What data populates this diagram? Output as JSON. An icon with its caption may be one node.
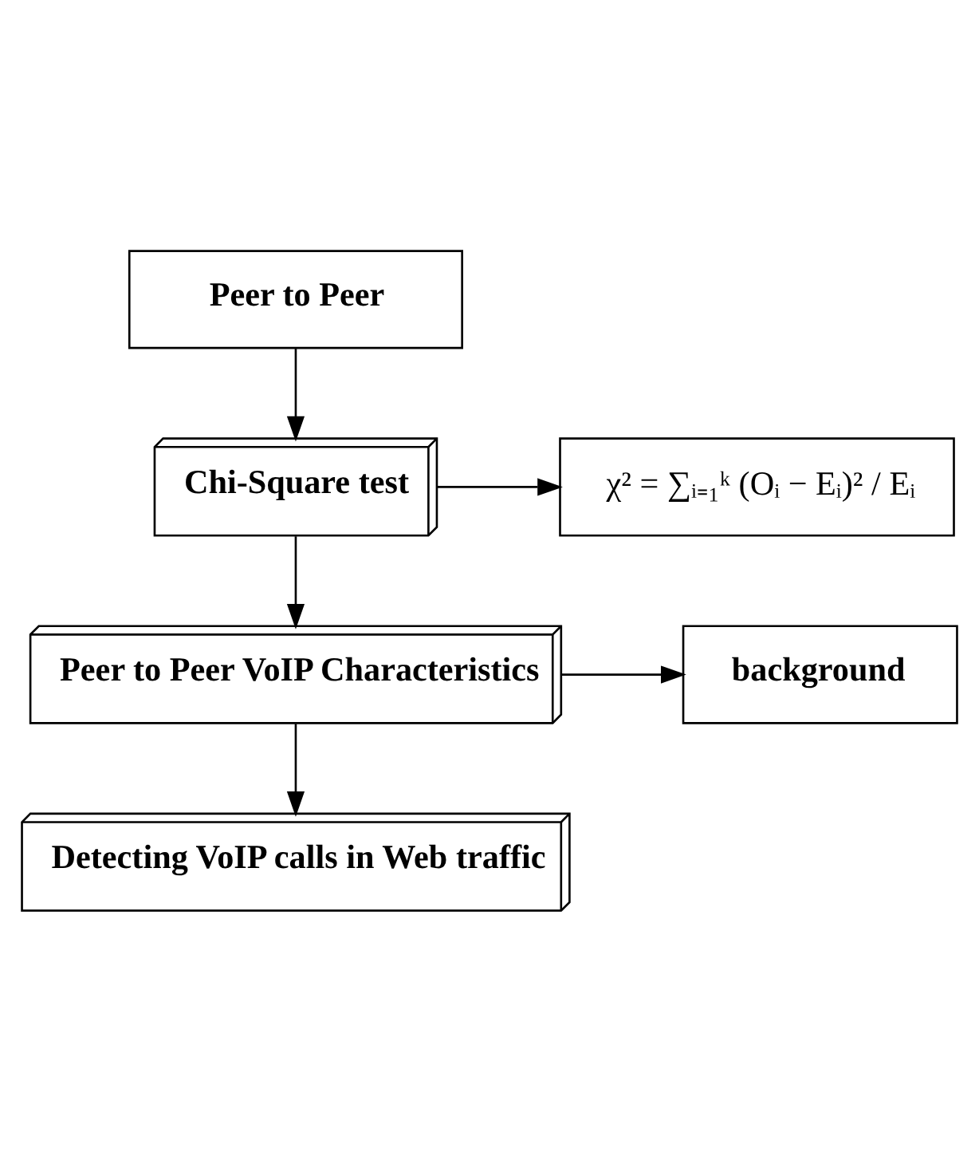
{
  "diagram": {
    "nodes": [
      {
        "text": [
          "Peer to Peer"
        ]
      },
      {
        "text": [
          "Chi-Square test"
        ]
      },
      {
        "text": [
          "χ² = ∑ᵢ₌₁ᵏ (Oᵢ − Eᵢ)² / Eᵢ"
        ]
      },
      {
        "text": [
          "Peer to Peer VoIP Characteristics"
        ]
      },
      {
        "text": [
          "background"
        ]
      },
      {
        "text": [
          "Detecting VoIP calls in Web traffic"
        ]
      }
    ],
    "edges": [
      {
        "from": 0,
        "to": 1,
        "arrow": "to"
      },
      {
        "from": 1,
        "to": 2,
        "arrow": "to"
      },
      {
        "from": 1,
        "to": 3,
        "arrow": "to"
      },
      {
        "from": 3,
        "to": 4,
        "arrow": "to"
      },
      {
        "from": 3,
        "to": 5,
        "arrow": "to"
      }
    ]
  }
}
